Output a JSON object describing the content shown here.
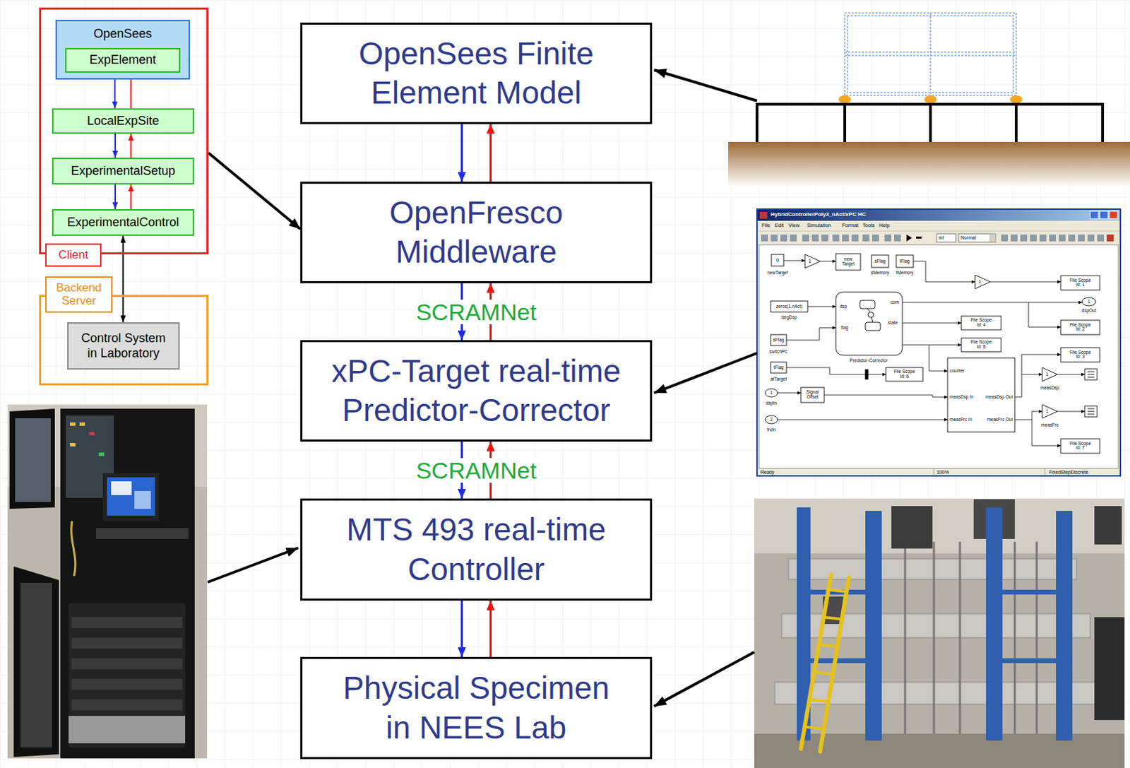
{
  "diagram": {
    "nodes": [
      {
        "text": [
          "Client"
        ]
      },
      {
        "text": [
          "OpenSees"
        ],
        "in": 0
      },
      {
        "text": [
          "ExpElement"
        ],
        "in": 1
      },
      {
        "text": [
          "LocalExpSite"
        ],
        "in": 0
      },
      {
        "text": [
          "ExperimentalSetup"
        ],
        "in": 0
      },
      {
        "text": [
          "ExperimentalControl"
        ],
        "in": 0
      },
      {
        "text": [
          "Backend Server"
        ]
      },
      {
        "text": [
          "Control System in Laboratory"
        ],
        "in": 6
      },
      {
        "text": [
          "OpenSees Finite Element Model"
        ]
      },
      {
        "text": [
          "OpenFresco Middleware"
        ]
      },
      {
        "text": [
          "xPC-Target real-time Predictor-Corrector"
        ]
      },
      {
        "text": [
          "MTS 493 real-time Controller"
        ]
      },
      {
        "text": [
          "Physical Specimen in NEES Lab"
        ]
      }
    ],
    "edges": [
      {
        "from": 2,
        "to": 3,
        "arrow": "to"
      },
      {
        "from": 3,
        "to": 2,
        "arrow": "to"
      },
      {
        "from": 3,
        "to": 4,
        "arrow": "to"
      },
      {
        "from": 4,
        "to": 3,
        "arrow": "to"
      },
      {
        "from": 4,
        "to": 5,
        "arrow": "to"
      },
      {
        "from": 5,
        "to": 4,
        "arrow": "to"
      },
      {
        "from": 5,
        "to": 7,
        "arrow": "both"
      },
      {
        "from": 0,
        "to": 9,
        "arrow": "to"
      },
      {
        "from": 8,
        "to": 9,
        "arrow": "to"
      },
      {
        "from": 9,
        "to": 8,
        "arrow": "to"
      },
      {
        "from": 9,
        "to": 10,
        "label": "SCRAMNet",
        "arrow": "to"
      },
      {
        "from": 10,
        "to": 9,
        "arrow": "to"
      },
      {
        "from": 10,
        "to": 11,
        "label": "SCRAMNet",
        "arrow": "to"
      },
      {
        "from": 11,
        "to": 10,
        "arrow": "to"
      },
      {
        "from": 11,
        "to": 12,
        "arrow": "to"
      },
      {
        "from": 12,
        "to": 11,
        "arrow": "to"
      }
    ],
    "labels": [
      "HybridControllerPoly3_nAct/xPC HC",
      "File",
      "Edit",
      "View",
      "Simulation",
      "Format",
      "Tools",
      "Help",
      "inf",
      "Normal",
      "0",
      "newTarget",
      "1",
      "new Target",
      "sFlag",
      "sMemory",
      "tFlag",
      "tMemory",
      "1",
      "File Scope Id: 1",
      "zeros(1,nAct)",
      "targDsp",
      "dsp",
      "flag",
      "com",
      "state",
      "Predictor-Corrector",
      "File Scope Id: 4",
      "File Scope Id: 5",
      "1",
      "dspOut",
      "File Scope Id: 2",
      "File Scope Id: 3",
      "sFlag",
      "switchPC",
      "tFlag",
      "atTarget",
      "File Scope Id: 6",
      "counter",
      "measDsp In",
      "measFrc In",
      "measDsp Out",
      "measFrc Out",
      "1",
      "dspIn",
      "Signal Offset",
      "2",
      "frcIn",
      "1",
      "measDsp",
      "1",
      "measFrc",
      "File Scope Id: 7",
      "Ready",
      "100%",
      "FixedStepDiscrete"
    ]
  }
}
